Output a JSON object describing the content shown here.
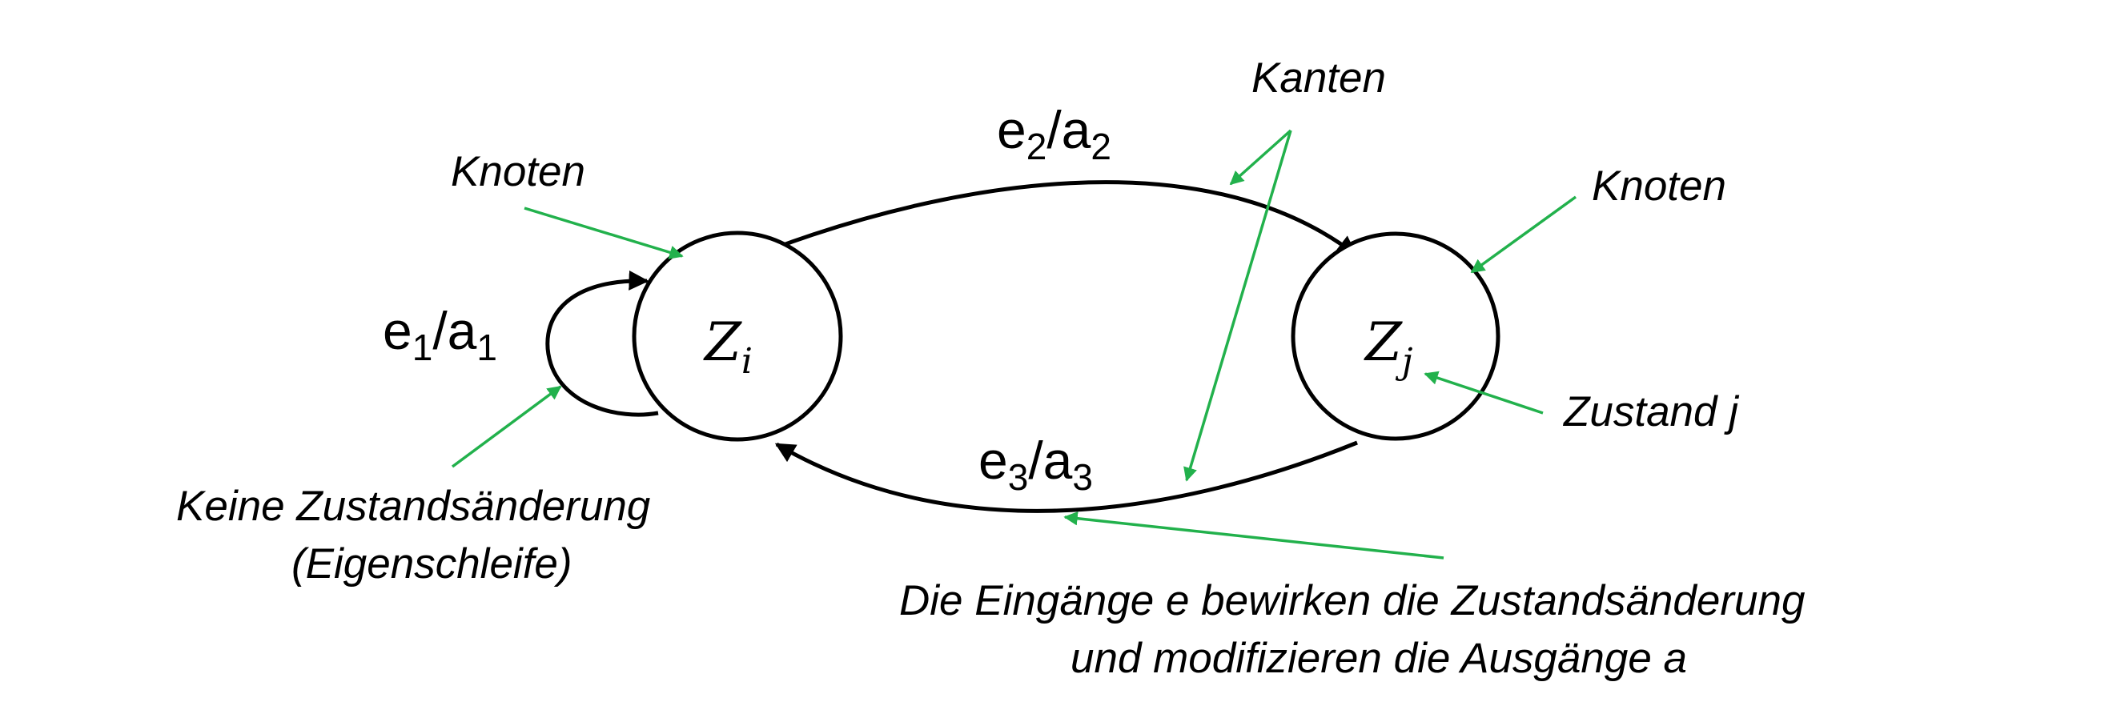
{
  "colors": {
    "stroke": "#000000",
    "annotation_arrow": "#22b14c",
    "background": "#ffffff"
  },
  "nodes": {
    "zi": {
      "symbol": "Z",
      "sub": "i"
    },
    "zj": {
      "symbol": "Z",
      "sub": "j"
    }
  },
  "edges": {
    "self_loop": {
      "input": "e",
      "input_sub": "1",
      "sep": "/",
      "output": "a",
      "output_sub": "1"
    },
    "forward": {
      "input": "e",
      "input_sub": "2",
      "sep": "/",
      "output": "a",
      "output_sub": "2"
    },
    "backward": {
      "input": "e",
      "input_sub": "3",
      "sep": "/",
      "output": "a",
      "output_sub": "3"
    }
  },
  "annotations": {
    "knoten_left": "Knoten",
    "knoten_right": "Knoten",
    "kanten": "Kanten",
    "zustand_j": "Zustand j",
    "self_loop_line1": "Keine Zustandsänderung",
    "self_loop_line2": "(Eigenschleife)",
    "inputs_line1": "Die Eingänge e bewirken die Zustandsänderung",
    "inputs_line2": "und modifizieren die Ausgänge a"
  }
}
